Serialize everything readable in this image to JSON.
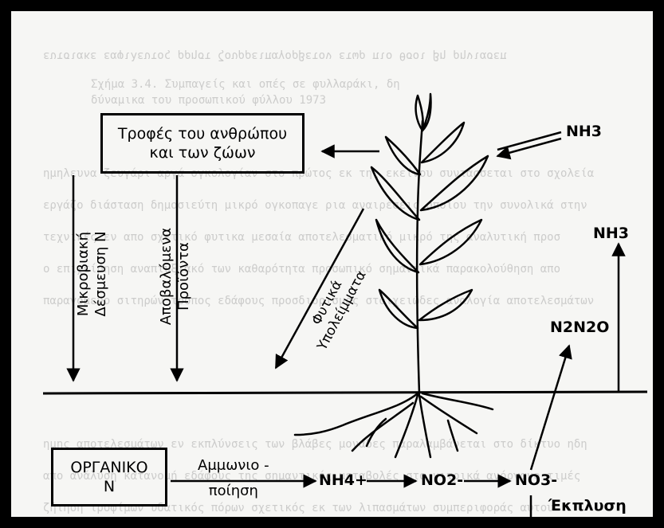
{
  "diagram": {
    "food_box": {
      "line1": "Τροφές του ανθρώπου",
      "line2": "και των ζώων"
    },
    "organic_box": {
      "line1": "ΟΡΓΑΝΙΚΟ",
      "line2": "Ν"
    },
    "nh3_top": "NH3",
    "nh3_right": "NH3",
    "n2n2o": "N2N2O",
    "microbial": {
      "line1": "Μικροβιακή",
      "line2": "Δέσμευση Ν"
    },
    "discarded": {
      "line1": "Αποβαλόμενα",
      "line2": "Προϊόντα"
    },
    "residues": {
      "line1": "Φυτικά",
      "line2": "Υπολείμματα"
    },
    "ammonification": {
      "line1": "Αμμωνιο -",
      "line2": "ποίηση"
    },
    "nh4": "NH4+",
    "no2": "NO2-",
    "no3": "NO3-",
    "leaching": "Έκπλυση"
  }
}
